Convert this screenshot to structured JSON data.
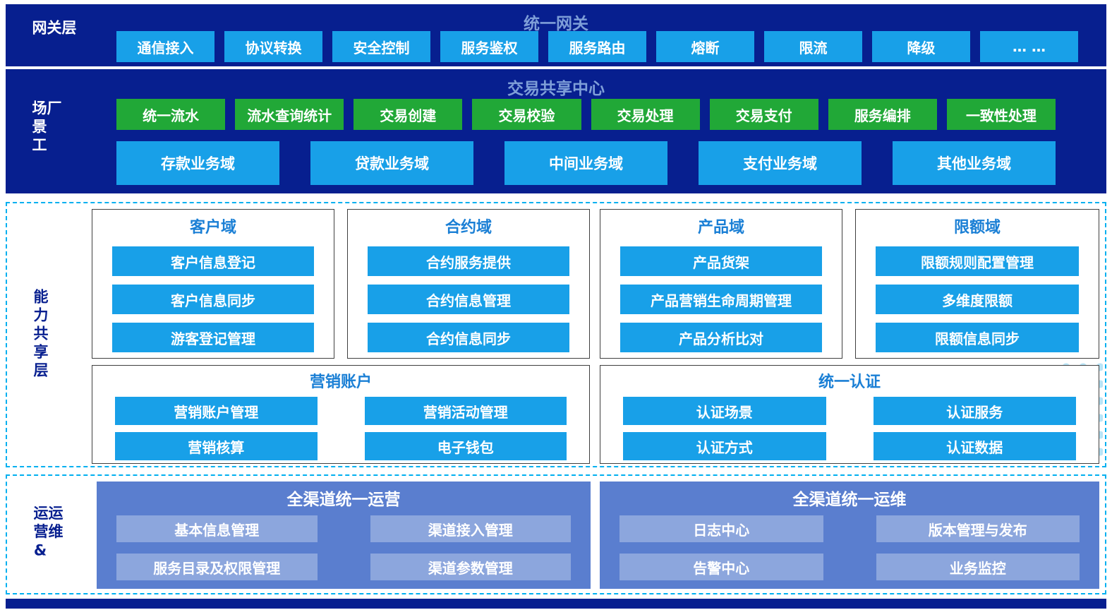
{
  "gateway": {
    "layer_label": "网关层",
    "title": "统一网关",
    "items": [
      "通信接入",
      "协议转换",
      "安全控制",
      "服务鉴权",
      "服务路由",
      "熔断",
      "限流",
      "降级",
      "… …"
    ]
  },
  "scenario": {
    "layer_label": "场景工厂",
    "title": "交易共享中心",
    "services": [
      "统一流水",
      "流水查询统计",
      "交易创建",
      "交易校验",
      "交易处理",
      "交易支付",
      "服务编排",
      "一致性处理"
    ],
    "domains": [
      "存款业务域",
      "贷款业务域",
      "中间业务域",
      "支付业务域",
      "其他业务域"
    ]
  },
  "capability": {
    "layer_label": "能力共享层",
    "groups": [
      {
        "title": "客户域",
        "items": [
          "客户信息登记",
          "客户信息同步",
          "游客登记管理"
        ]
      },
      {
        "title": "合约域",
        "items": [
          "合约服务提供",
          "合约信息管理",
          "合约信息同步"
        ]
      },
      {
        "title": "产品域",
        "items": [
          "产品货架",
          "产品营销生命周期管理",
          "产品分析比对"
        ]
      },
      {
        "title": "限额域",
        "items": [
          "限额规则配置管理",
          "多维度限额",
          "限额信息同步"
        ]
      },
      {
        "title": "营销账户",
        "items": [
          "营销账户管理",
          "营销活动管理",
          "营销核算",
          "电子钱包"
        ]
      },
      {
        "title": "统一认证",
        "items": [
          "认证场景",
          "认证服务",
          "认证方式",
          "认证数据"
        ]
      }
    ]
  },
  "operations": {
    "layer_label": "运营&运维",
    "groups": [
      {
        "title": "全渠道统一运营",
        "items": [
          "基本信息管理",
          "渠道接入管理",
          "服务目录及权限管理",
          "渠道参数管理"
        ]
      },
      {
        "title": "全渠道统一运维",
        "items": [
          "日志中心",
          "版本管理与发布",
          "告警中心",
          "业务监控"
        ]
      }
    ]
  },
  "colors": {
    "navy": "#071f8f",
    "bright_blue": "#18a0e8",
    "green": "#21a837",
    "light_title_blue": "#7e9ed8",
    "domain_title_blue": "#1a7fd5",
    "dashed_border": "#00b0f0",
    "ops_box": "#5a7ecf",
    "ops_button": "#8ca6dd"
  }
}
